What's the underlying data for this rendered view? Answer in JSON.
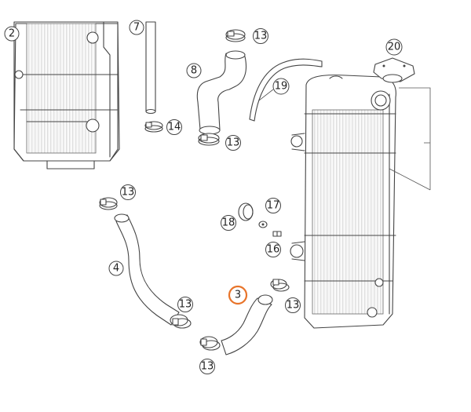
{
  "diagram": {
    "highlight_color": "#e8742a",
    "callouts": {
      "c2": "2",
      "c7": "7",
      "c13a": "13",
      "c8": "8",
      "c20": "20",
      "c19": "19",
      "c14": "14",
      "c13b": "13",
      "c13c": "13",
      "c18": "18",
      "c17": "17",
      "c16": "16",
      "c4": "4",
      "c3": "3",
      "c13d": "13",
      "c13e": "13",
      "c13f": "13"
    }
  }
}
